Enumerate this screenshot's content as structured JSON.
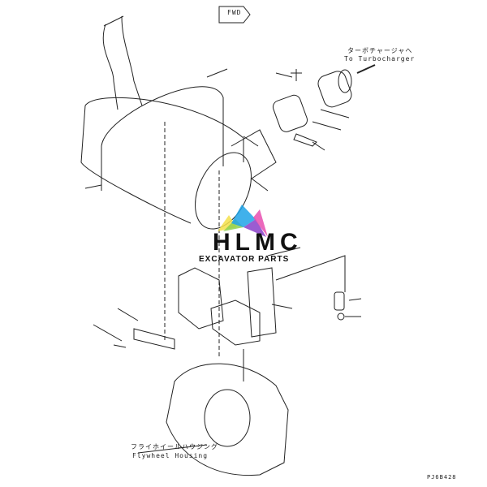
{
  "labels": {
    "turbo_jp": "ターボチャージャへ",
    "turbo_en": "To Turbocharger",
    "flywheel_jp": "フライホイールハウジング",
    "flywheel_en": "Flywheel Housing",
    "fwd_sign": "FWD",
    "drawing_code": "PJ6B428"
  },
  "watermark": {
    "title": "HLMC",
    "subtitle": "EXCAVATOR PARTS",
    "colors": [
      "#f5e14a",
      "#8fd14f",
      "#1fa3e8",
      "#8a3fc9",
      "#e84fb0"
    ]
  }
}
